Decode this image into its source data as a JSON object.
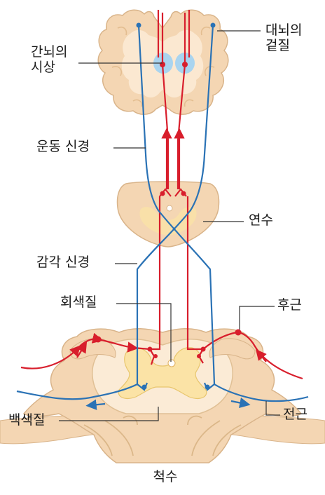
{
  "labels": {
    "cerebral_cortex": [
      "대뇌의",
      "겉질"
    ],
    "thalamus": [
      "간뇌의",
      "시상"
    ],
    "motor_nerve": "운동 신경",
    "medulla": "연수",
    "sensory_nerve": "감각 신경",
    "gray_matter": "회색질",
    "dorsal_root": "후근",
    "white_matter": "백색질",
    "ventral_root": "전근",
    "spinal_cord": "척수"
  },
  "colors": {
    "motor_pathway": "#d81e2c",
    "sensory_pathway": "#2a72b5",
    "tissue_outer": "#f4d6b3",
    "tissue_inner": "#fbebd6",
    "gray_matter_fill": "#fbe3a6",
    "thalamus_highlight": "#a9d4ef",
    "leader_line": "#333333"
  }
}
